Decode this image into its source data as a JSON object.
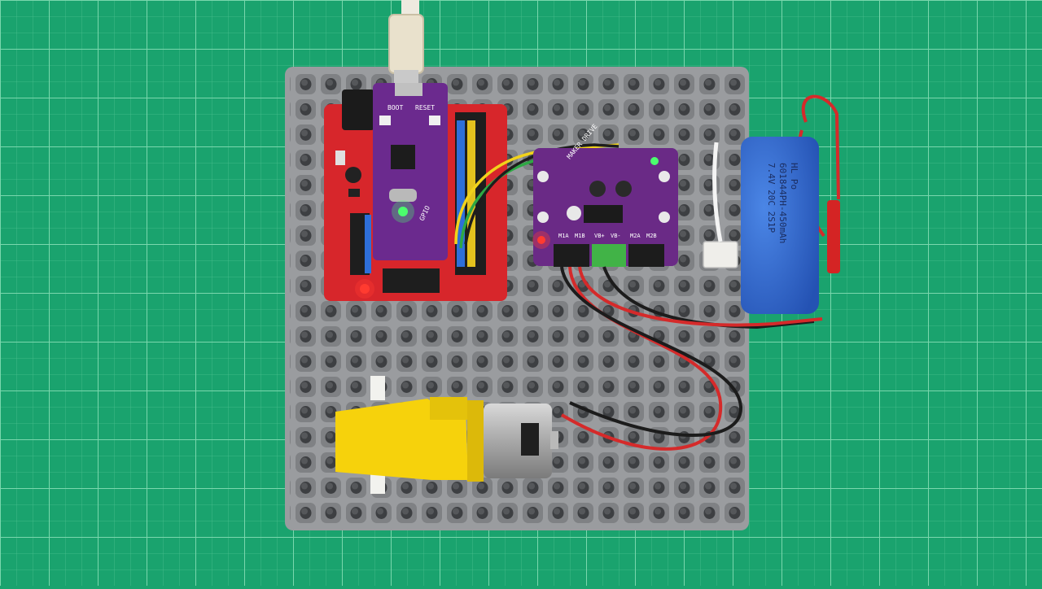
{
  "controller": {
    "boot": "BOOT",
    "reset": "RESET",
    "gpio": "GPIO"
  },
  "driver": {
    "title": "MAKER DRIVE",
    "terminals": [
      "M1A",
      "M1B",
      "VB+",
      "VB-",
      "M2A",
      "M2B"
    ]
  },
  "battery": {
    "line1": "HL  Po",
    "line2": "601844PH-450mAh",
    "line3": "7.4V 20C 2S1P"
  },
  "colors": {
    "mat": "#1aa36e",
    "grid": "#6fd0a4",
    "baseplate": "#9a9c9f",
    "shield": "#d7262b",
    "mcu": "#6b2a8e",
    "driver": "#6a2a86",
    "battery": "#2f63c9",
    "motor_housing": "#f6d20c"
  }
}
